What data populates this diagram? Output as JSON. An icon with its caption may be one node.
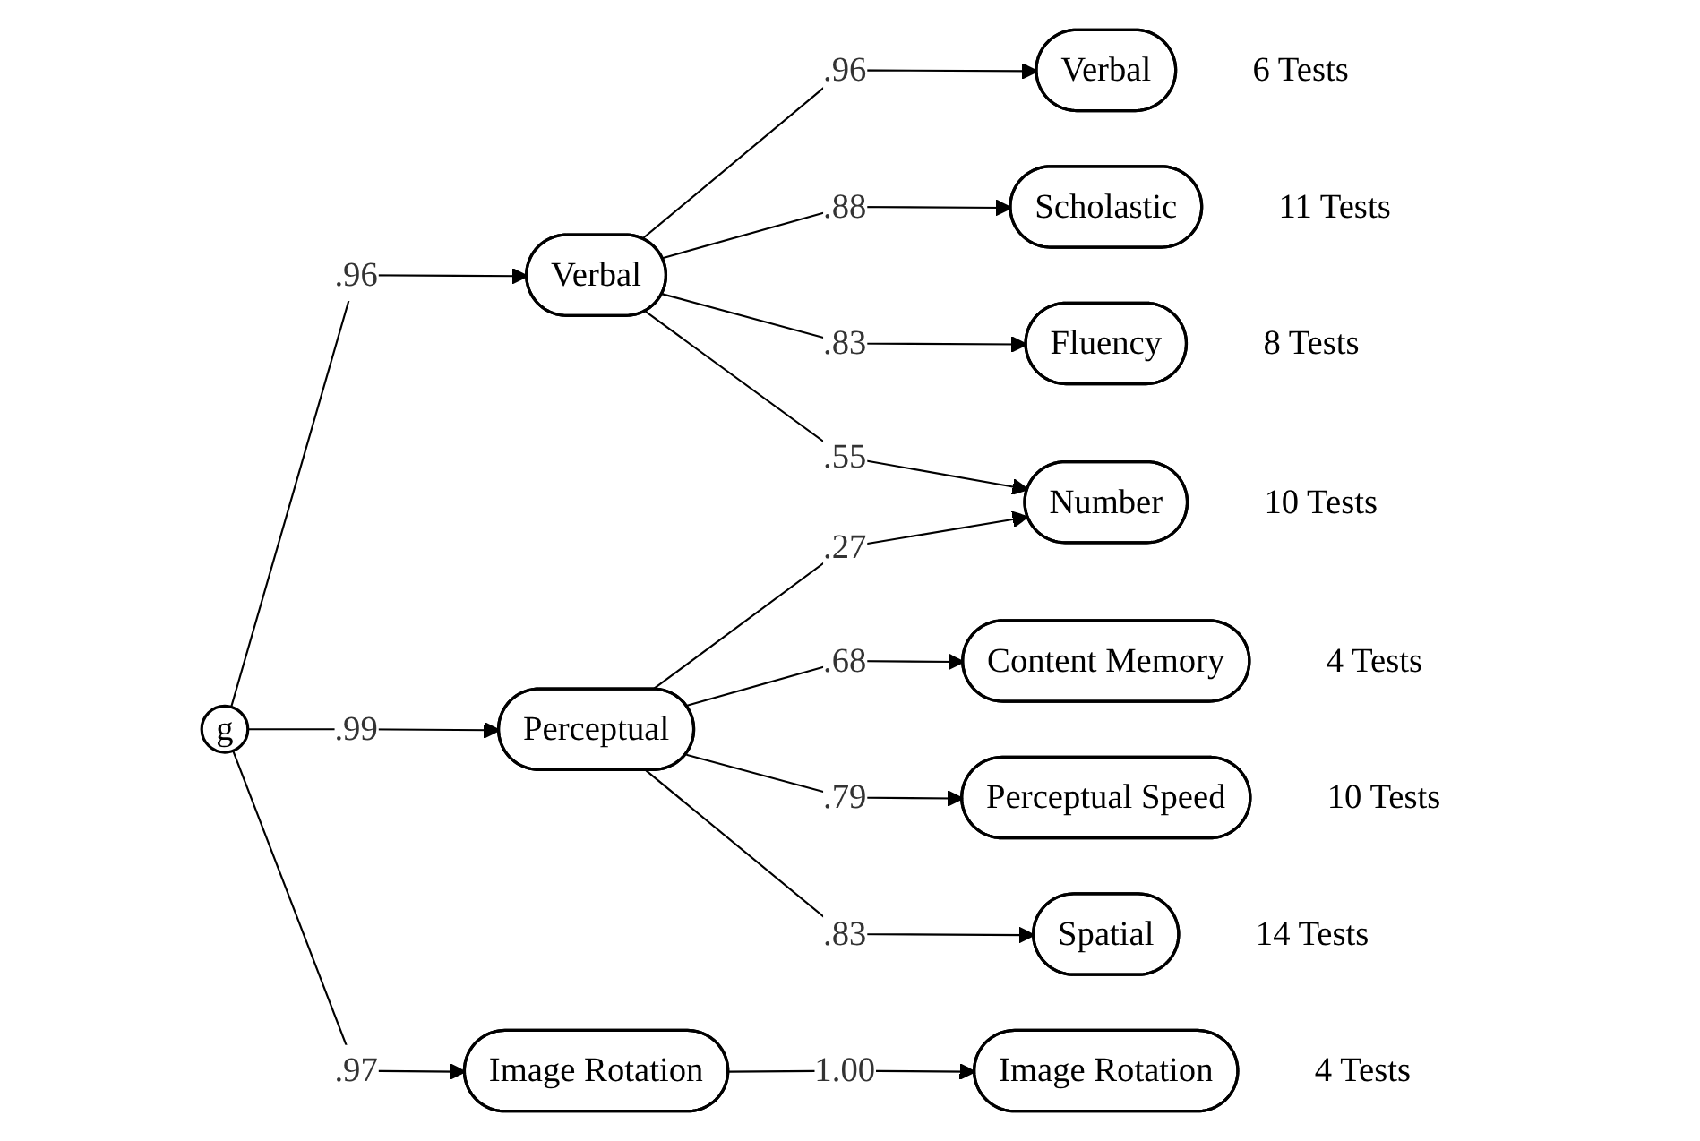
{
  "diagram": {
    "nodes": [
      {
        "text": [
          "g"
        ]
      },
      {
        "text": [
          "Verbal"
        ]
      },
      {
        "text": [
          "Perceptual"
        ]
      },
      {
        "text": [
          "Image Rotation"
        ]
      },
      {
        "text": [
          "Verbal"
        ],
        "beside": [
          "6 Tests"
        ]
      },
      {
        "text": [
          "Scholastic"
        ],
        "beside": [
          "11 Tests"
        ]
      },
      {
        "text": [
          "Fluency"
        ],
        "beside": [
          "8 Tests"
        ]
      },
      {
        "text": [
          "Number"
        ],
        "beside": [
          "10 Tests"
        ]
      },
      {
        "text": [
          "Content Memory"
        ],
        "beside": [
          "4 Tests"
        ]
      },
      {
        "text": [
          "Perceptual Speed"
        ],
        "beside": [
          "10 Tests"
        ]
      },
      {
        "text": [
          "Spatial"
        ],
        "beside": [
          "14 Tests"
        ]
      },
      {
        "text": [
          "Image Rotation"
        ],
        "beside": [
          "4 Tests"
        ]
      }
    ],
    "edges": [
      {
        "from": 0,
        "to": 1,
        "arrow": "to",
        "label": ".96"
      },
      {
        "from": 0,
        "to": 2,
        "arrow": "to",
        "label": ".99"
      },
      {
        "from": 0,
        "to": 3,
        "arrow": "to",
        "label": ".97"
      },
      {
        "from": 1,
        "to": 4,
        "arrow": "to",
        "label": ".96"
      },
      {
        "from": 1,
        "to": 5,
        "arrow": "to",
        "label": ".88"
      },
      {
        "from": 1,
        "to": 6,
        "arrow": "to",
        "label": ".83"
      },
      {
        "from": 1,
        "to": 7,
        "arrow": "to",
        "label": ".55"
      },
      {
        "from": 2,
        "to": 7,
        "arrow": "to",
        "label": ".27"
      },
      {
        "from": 2,
        "to": 8,
        "arrow": "to",
        "label": ".68"
      },
      {
        "from": 2,
        "to": 9,
        "arrow": "to",
        "label": ".79"
      },
      {
        "from": 2,
        "to": 10,
        "arrow": "to",
        "label": ".83"
      },
      {
        "from": 3,
        "to": 11,
        "arrow": "to",
        "label": "1.00"
      }
    ]
  }
}
